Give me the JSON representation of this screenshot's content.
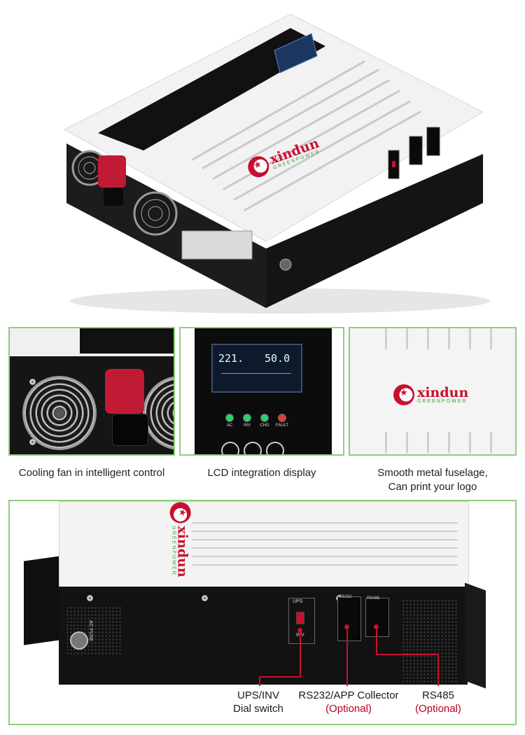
{
  "colors": {
    "panel_border": "#8ecf7a",
    "brand_red": "#c8102e",
    "brand_green": "#3a9a3a",
    "optional_red": "#b8001a"
  },
  "brand": {
    "name": "xindun",
    "tagline": "GREENPOWER"
  },
  "lcd": {
    "input_value": "221.",
    "output_value": "50.0"
  },
  "leds": [
    {
      "label": "AC",
      "color": "#2bd06a"
    },
    {
      "label": "INV",
      "color": "#2bd06a"
    },
    {
      "label": "CHG",
      "color": "#2bd06a"
    },
    {
      "label": "FAULT",
      "color": "#e23a3a"
    }
  ],
  "features": [
    {
      "caption": "Cooling fan in intelligent control"
    },
    {
      "caption": "LCD integration display"
    },
    {
      "caption_line1": "Smooth metal fuselage,",
      "caption_line2": "Can print your logo"
    }
  ],
  "ports": {
    "switch_top": "UPS",
    "switch_bottom": "INV",
    "port1": "RS232",
    "port2": "RS485",
    "side_label": "AC FUSE"
  },
  "callouts": [
    {
      "line1": "UPS/INV",
      "line2": "Dial switch"
    },
    {
      "line1": "RS232/APP Collector",
      "line2": "(Optional)"
    },
    {
      "line1": "RS485",
      "line2": "(Optional)"
    }
  ]
}
